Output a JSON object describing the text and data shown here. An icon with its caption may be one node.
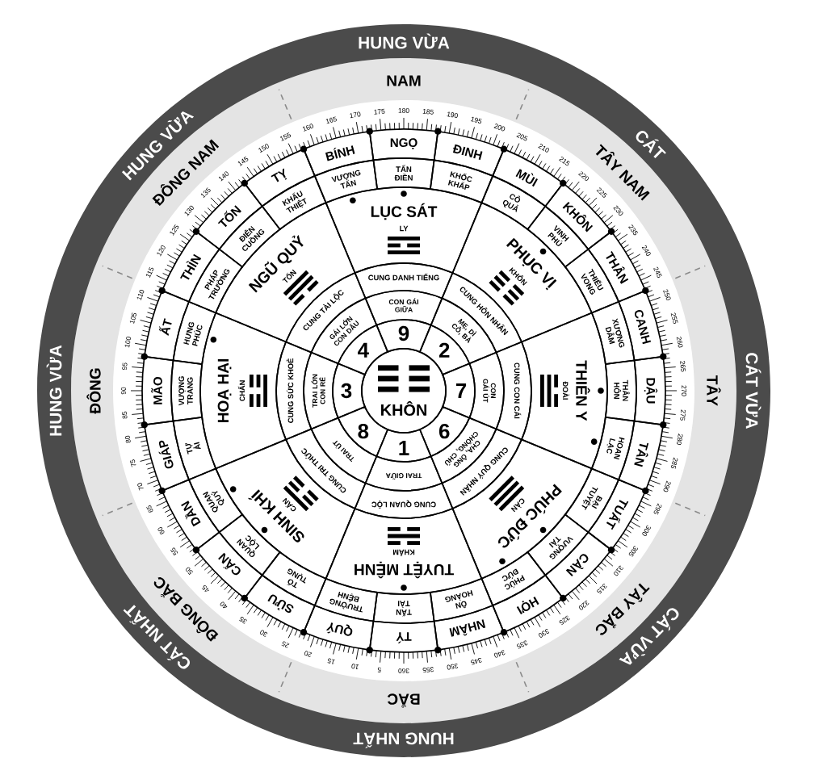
{
  "diagram": {
    "nodes": [
      {
        "text": [
          "HUNG VỪA",
          "CÁT",
          "CÁT VỪA",
          "CÁT VỪA",
          "HUNG NHẤT",
          "CÁT NHẤT",
          "HUNG VỪA",
          "HUNG VỪA"
        ]
      },
      {
        "text": [
          "NGỌ"
        ],
        "in": 0
      },
      {
        "text": [
          "ĐINH"
        ],
        "in": 0
      },
      {
        "text": [
          "MÙI"
        ],
        "in": 0
      },
      {
        "text": [
          "KHÔN"
        ],
        "in": 0
      },
      {
        "text": [
          "THÂN"
        ],
        "in": 0
      },
      {
        "text": [
          "CANH"
        ],
        "in": 0
      },
      {
        "text": [
          "DẬU"
        ],
        "in": 0
      },
      {
        "text": [
          "TÂN"
        ],
        "in": 0
      },
      {
        "text": [
          "TUẤT"
        ],
        "in": 0
      },
      {
        "text": [
          "CÀN"
        ],
        "in": 0
      },
      {
        "text": [
          "HỢI"
        ],
        "in": 0
      },
      {
        "text": [
          "NHÂM"
        ],
        "in": 0
      },
      {
        "text": [
          "TÝ"
        ],
        "in": 0
      },
      {
        "text": [
          "QUÝ"
        ],
        "in": 0
      },
      {
        "text": [
          "SỬU"
        ],
        "in": 0
      },
      {
        "text": [
          "CẤN"
        ],
        "in": 0
      },
      {
        "text": [
          "DẦN"
        ],
        "in": 0
      },
      {
        "text": [
          "GIÁP"
        ],
        "in": 0
      },
      {
        "text": [
          "MÃO"
        ],
        "in": 0
      },
      {
        "text": [
          "ẤT"
        ],
        "in": 0
      },
      {
        "text": [
          "THÌN"
        ],
        "in": 0
      },
      {
        "text": [
          "TỐN"
        ],
        "in": 0
      },
      {
        "text": [
          "TỴ"
        ],
        "in": 0
      },
      {
        "text": [
          "BÍNH"
        ],
        "in": 0
      },
      {
        "text": [
          "TẤN ĐIỀN"
        ],
        "in": 0
      },
      {
        "text": [
          "KHỐC KHẤP"
        ],
        "in": 0
      },
      {
        "text": [
          "CÔ QUẢ"
        ],
        "in": 0
      },
      {
        "text": [
          "VINH PHÚ"
        ],
        "in": 0
      },
      {
        "text": [
          "THIẾU VONG"
        ],
        "in": 0
      },
      {
        "text": [
          "XƯƠNG DÂM"
        ],
        "in": 0
      },
      {
        "text": [
          "THÂN HÔN"
        ],
        "in": 0
      },
      {
        "text": [
          "HOAN LẠC"
        ],
        "in": 0
      },
      {
        "text": [
          "BẠI TUYỆT"
        ],
        "in": 0
      },
      {
        "text": [
          "VƯỢNG TÀI"
        ],
        "in": 0
      },
      {
        "text": [
          "PHÚC ĐỨC"
        ],
        "in": 0
      },
      {
        "text": [
          "ÔN HOÀNG"
        ],
        "in": 0
      },
      {
        "text": [
          "TẤN TÀI"
        ],
        "in": 0
      },
      {
        "text": [
          "TRƯỜNG BỆNH"
        ],
        "in": 0
      },
      {
        "text": [
          "TỐ TỤNG"
        ],
        "in": 0
      },
      {
        "text": [
          "QUAN LỘC"
        ],
        "in": 0
      },
      {
        "text": [
          "QUAN QUÝ"
        ],
        "in": 0
      },
      {
        "text": [
          "TỰ ẢI"
        ],
        "in": 0
      },
      {
        "text": [
          "VƯỢNG TRANG"
        ],
        "in": 0
      },
      {
        "text": [
          "HƯNG PHÚC"
        ],
        "in": 0
      },
      {
        "text": [
          "PHÁP TRƯỜNG"
        ],
        "in": 0
      },
      {
        "text": [
          "ĐIÊN CUỒNG"
        ],
        "in": 0
      },
      {
        "text": [
          "KHẨU THIỆT"
        ],
        "in": 0
      },
      {
        "text": [
          "VƯỢNG TẤN"
        ],
        "in": 0
      },
      {
        "text": [
          "LỤC SÁT",
          "LY"
        ],
        "in": 0
      },
      {
        "text": [
          "PHỤC VỊ",
          "KHÔN"
        ],
        "in": 0
      },
      {
        "text": [
          "THIÊN Y",
          "ĐOÀI"
        ],
        "in": 0
      },
      {
        "text": [
          "PHÚC ĐỨC",
          "CÀN"
        ],
        "in": 0
      },
      {
        "text": [
          "TUYỆT MỆNH",
          "KHẢM"
        ],
        "in": 0
      },
      {
        "text": [
          "SINH KHÍ",
          "CẤN"
        ],
        "in": 0
      },
      {
        "text": [
          "HOẠ HẠI",
          "CHẤN"
        ],
        "in": 0
      },
      {
        "text": [
          "NGŨ QUỶ",
          "TỐN"
        ],
        "in": 0
      },
      {
        "text": [
          "CUNG DANH TIẾNG"
        ],
        "in": 0
      },
      {
        "text": [
          "CUNG HÔN NHÂN"
        ],
        "in": 0
      },
      {
        "text": [
          "CUNG CON CÁI"
        ],
        "in": 0
      },
      {
        "text": [
          "CUNG QUÝ NHÂN"
        ],
        "in": 0
      },
      {
        "text": [
          "CUNG QUAN LỘC"
        ],
        "in": 0
      },
      {
        "text": [
          "CUNG TRI THỨC"
        ],
        "in": 0
      },
      {
        "text": [
          "CUNG SỨC KHOẺ"
        ],
        "in": 0
      },
      {
        "text": [
          "CUNG TÀI LỘC"
        ],
        "in": 0
      },
      {
        "text": [
          "CON GÁI GIỮA"
        ],
        "in": 0
      },
      {
        "text": [
          "MẸ, DÌ CÔ, BÀ"
        ],
        "in": 0
      },
      {
        "text": [
          "CON GÁI ÚT"
        ],
        "in": 0
      },
      {
        "text": [
          "CHA, ÔNG CHỒNG, CHỦ"
        ],
        "in": 0
      },
      {
        "text": [
          "TRAI GIỮA"
        ],
        "in": 0
      },
      {
        "text": [
          "TRAI ÚT"
        ],
        "in": 0
      },
      {
        "text": [
          "TRAI LỚN CON RỂ"
        ],
        "in": 0
      },
      {
        "text": [
          "GÁI LỚN CON DÂU"
        ],
        "in": 0
      },
      {
        "text": [
          "9"
        ],
        "in": 0
      },
      {
        "text": [
          "2"
        ],
        "in": 0
      },
      {
        "text": [
          "7"
        ],
        "in": 0
      },
      {
        "text": [
          "6"
        ],
        "in": 0
      },
      {
        "text": [
          "1"
        ],
        "in": 0
      },
      {
        "text": [
          "8"
        ],
        "in": 0
      },
      {
        "text": [
          "3"
        ],
        "in": 0
      },
      {
        "text": [
          "4"
        ],
        "in": 0
      },
      {
        "text": [
          "KHÔN"
        ],
        "in": 0
      }
    ],
    "labels": [
      "NAM",
      "TÂY NAM",
      "TÂY",
      "TÂY BẮC",
      "BẮC",
      "ĐÔNG BẮC",
      "ĐÔNG",
      "ĐÔNG NAM",
      "5",
      "10",
      "15",
      "20",
      "25",
      "30",
      "35",
      "40",
      "45",
      "50",
      "55",
      "60",
      "65",
      "70",
      "75",
      "80",
      "85",
      "90",
      "95",
      "100",
      "105",
      "110",
      "115",
      "120",
      "125",
      "130",
      "135",
      "140",
      "145",
      "150",
      "155",
      "160",
      "165",
      "170",
      "175",
      "180",
      "185",
      "190",
      "195",
      "200",
      "205",
      "210",
      "215",
      "220",
      "225",
      "230",
      "235",
      "240",
      "245",
      "250",
      "255",
      "260",
      "265",
      "270",
      "275",
      "280",
      "285",
      "290",
      "295",
      "300",
      "305",
      "310",
      "315",
      "320",
      "325",
      "330",
      "335",
      "340",
      "345",
      "350",
      "355",
      "360"
    ]
  }
}
